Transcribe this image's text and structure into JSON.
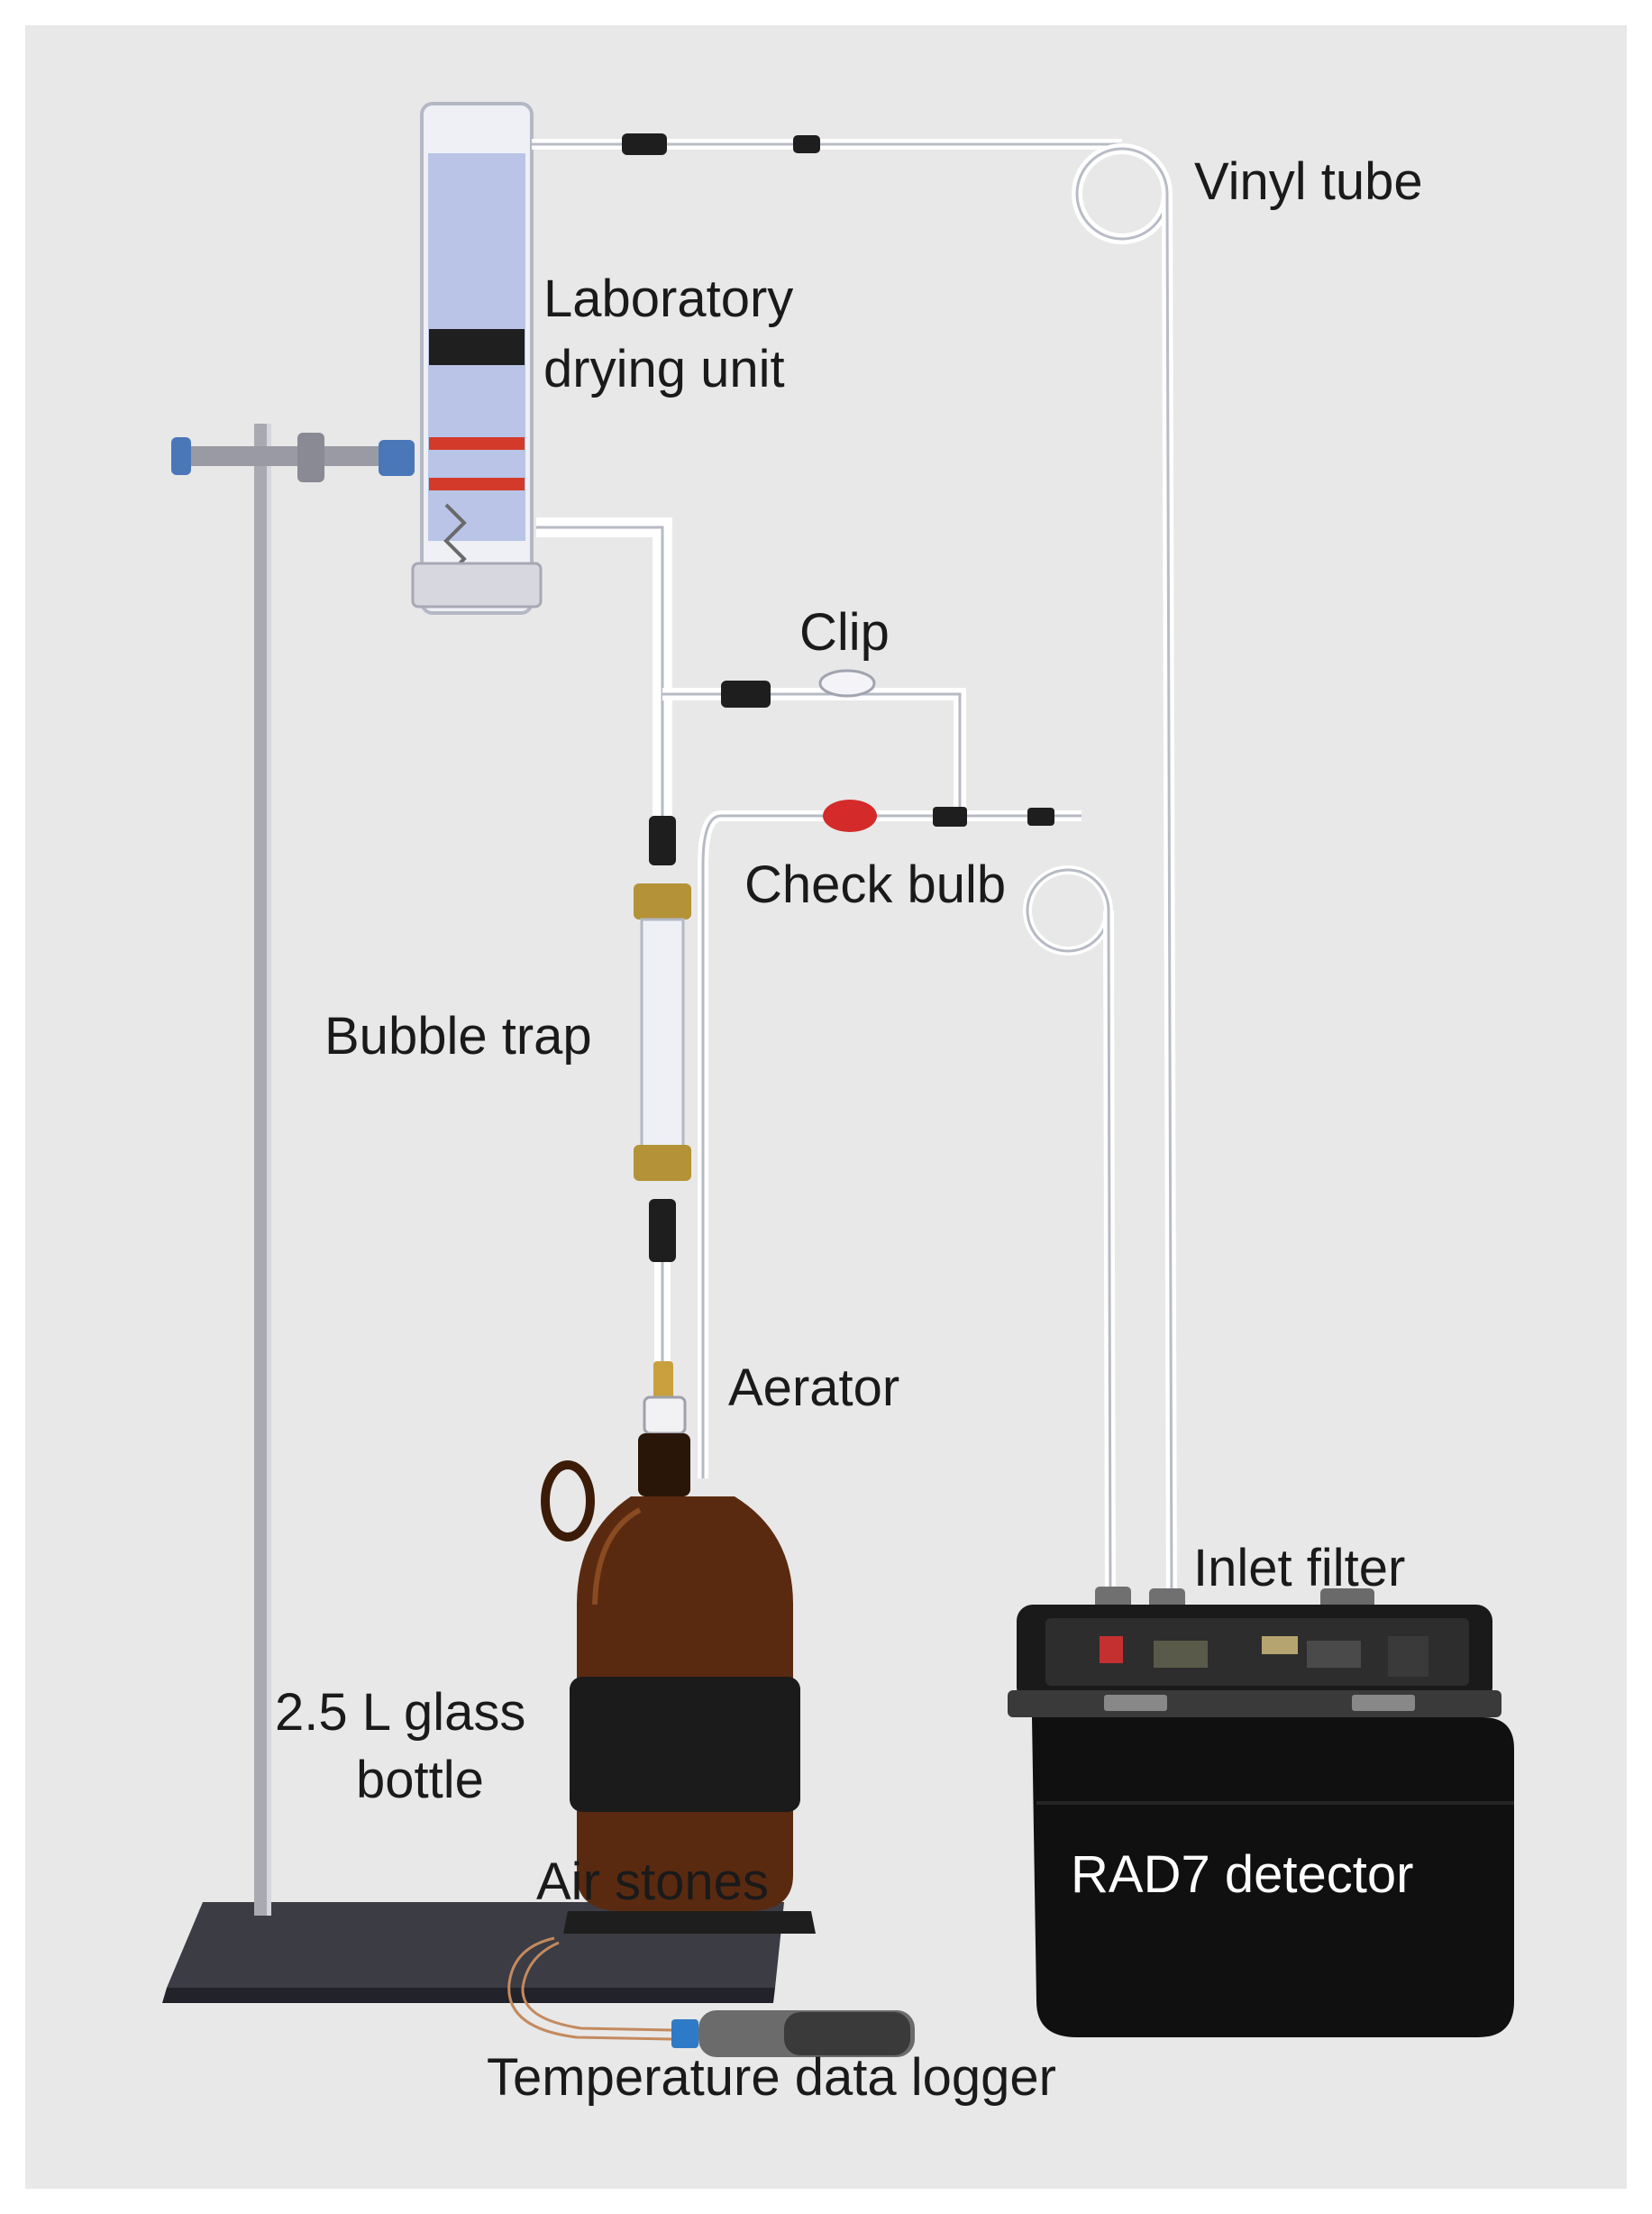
{
  "labels": {
    "vinyl_tube": "Vinyl tube",
    "drying_unit_line1": "Laboratory",
    "drying_unit_line2": "drying unit",
    "clip": "Clip",
    "check_bulb": "Check bulb",
    "bubble_trap": "Bubble trap",
    "aerator": "Aerator",
    "inlet_filter": "Inlet  filter",
    "bottle_line1": "2.5 L glass",
    "bottle_line2": "bottle",
    "air_stones": "Air stones",
    "rad7": "RAD7 detector",
    "temp_logger": "Temperature data logger"
  },
  "colors": {
    "background": "#e8e8e8",
    "frame": "#ffffff",
    "label_text": "#1a1a1a",
    "detector_text": "#ffffff",
    "bottle_amber": "#5a2a10",
    "detector_black": "#141414",
    "check_valve_red": "#d42a2a",
    "desiccant_blue": "#b9c4e6"
  }
}
